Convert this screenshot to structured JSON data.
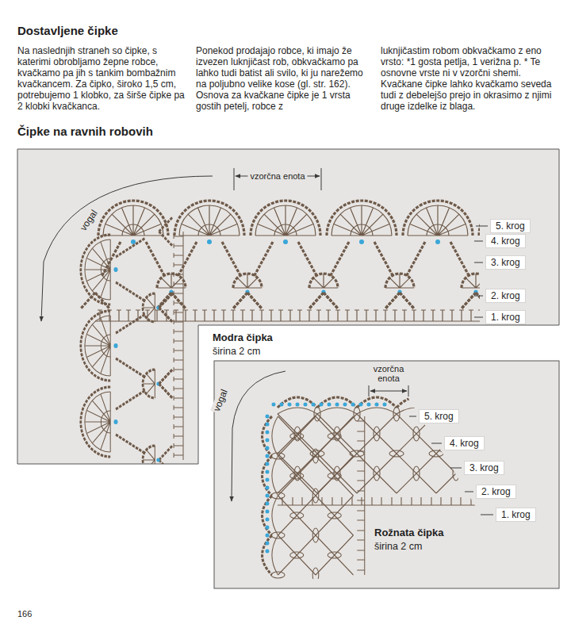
{
  "diagram": {
    "title": "Dostavljene čipke",
    "labels": [
      "Na naslednjih straneh so čipke, s katerimi obrobljamo žepne robce, kvačkamo pa jih s tankim bombažnim kvačkancem. Za čipko, široko 1,5 cm, potrebujemo 1 klobko, za širše čipke pa 2 klobki kvačkanca.",
      "Ponekod prodajajo robce, ki imajo že izvezen luknjičast rob, obkvačkamo pa lahko tudi batist ali svilo, ki ju narežemo na poljubno velike kose (gl. str. 162). Osnova za kvačkane čipke je 1 vrsta gostih petelj, robce z",
      "luknjičastim robom obkvačkamo z eno vrsto: *1 gosta petlja, 1 verižna p. * Te osnovne vrste ni v vzorčni shemi. Kvačkane čipke lahko kvačkamo seveda tudi z debelejšo prejo in okrasimo z njimi druge izdelke iz blaga.",
      "Čipke na ravnih robovih",
      "vzorčna enota",
      "vogal",
      "5. krog",
      "4. krog",
      "3. krog",
      "2. krog",
      "1. krog",
      "Modra čipka",
      "širina 2 cm",
      "vzorčna enota",
      "vogal",
      "5. krog",
      "4. krog",
      "3. krog",
      "2. krog",
      "1. krog",
      "Rožnata čipka",
      "širina 2 cm",
      "166"
    ]
  }
}
